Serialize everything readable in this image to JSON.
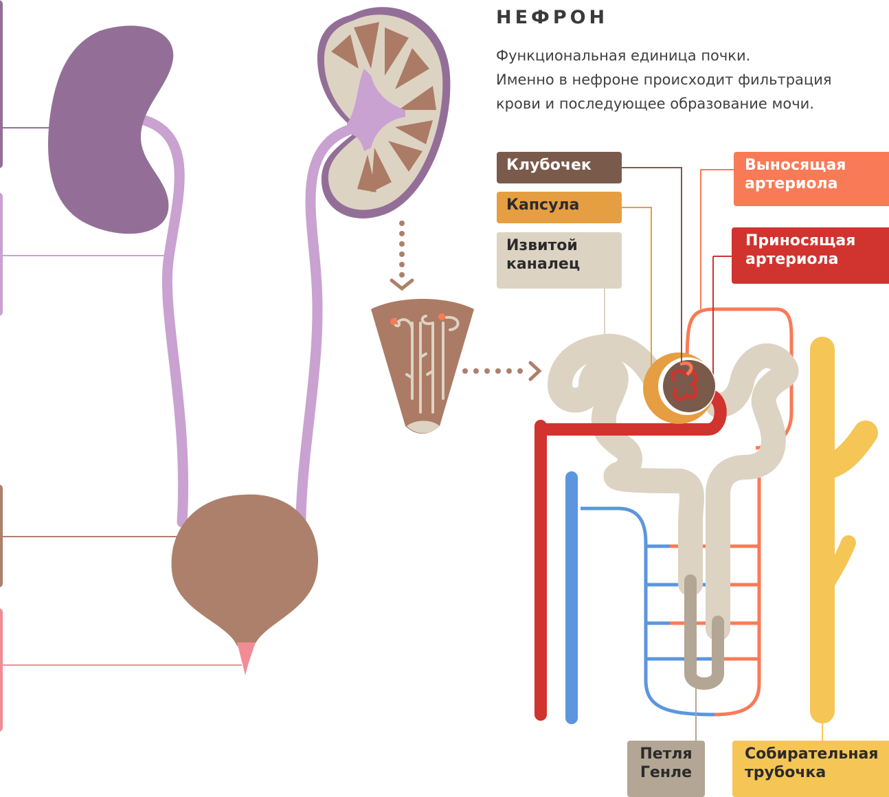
{
  "title": "НЕФРОН",
  "description": [
    "Функциональная единица почки.",
    "Именно в нефроне происходит фильтрация",
    "крови и последующее образование мочи."
  ],
  "labels": {
    "glomerulus": "Клубочек",
    "capsule": "Капсула",
    "convoluted_tubule_1": "Извитой",
    "convoluted_tubule_2": "каналец",
    "efferent_1": "Выносящая",
    "efferent_2": "артериола",
    "afferent_1": "Приносящая",
    "afferent_2": "артериола",
    "henle_1": "Петля",
    "henle_2": "Генле",
    "collecting_1": "Собирательная",
    "collecting_2": "трубочка"
  },
  "colors": {
    "kidney": "#936f98",
    "ureter": "#c9a2d1",
    "bladder": "#ad806b",
    "urethra": "#f18c95",
    "pyramid": "#ab7b66",
    "tubule": "#ddd3c3",
    "glomerulus": "#7a5a4a",
    "capsule": "#e59e42",
    "efferent": "#f97a56",
    "afferent": "#d1332f",
    "vein": "#5b96df",
    "henle": "#b3a695",
    "collecting": "#f5c655"
  }
}
